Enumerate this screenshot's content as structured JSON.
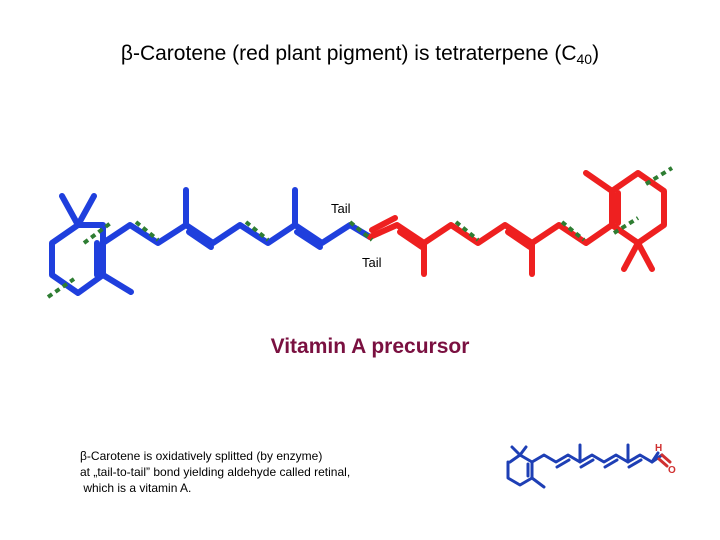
{
  "title": {
    "main": "β-Carotene (red plant pigment) is tetraterpene (C",
    "subscript": "40",
    "close": ")"
  },
  "labels": {
    "tail_upper": "Tail",
    "tail_lower": "Tail"
  },
  "vitamin_a": {
    "text": "Vitamin A precursor",
    "color": "#7a1040"
  },
  "description": [
    "β-Carotene is oxidatively splitted (by enzyme)",
    "at „tail-to-tail” bond yielding aldehyde called retinal,",
    " which is a vitamin A."
  ],
  "retinal_atoms": {
    "hydrogen": "H",
    "oxygen": "O"
  },
  "colors": {
    "left_half": "#1f3fdd",
    "right_half": "#ee2020",
    "cut_marks": "#2e7d32",
    "retinal_bonds": "#1e3fb5",
    "retinal_atoms": "#d03030"
  }
}
